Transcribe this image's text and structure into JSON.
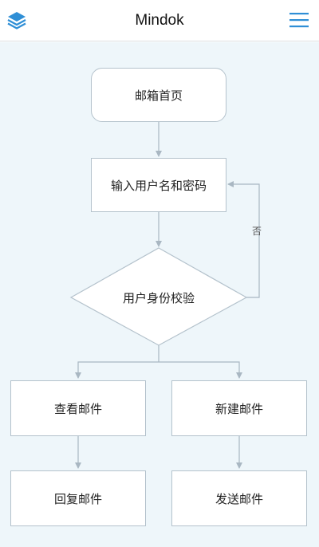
{
  "header": {
    "title": "Mindok",
    "logo_icon": "layers-icon",
    "menu_icon": "hamburger-menu-icon",
    "accent_color": "#2f8fd6"
  },
  "flowchart": {
    "nodes": {
      "start": "邮箱首页",
      "login": "输入用户名和密码",
      "verify": "用户身份校验",
      "view": "查看邮件",
      "new": "新建邮件",
      "reply": "回复邮件",
      "send": "发送邮件"
    },
    "edge_labels": {
      "no": "否"
    },
    "colors": {
      "background": "#eef6fa",
      "node_border": "#b4c2cc",
      "connector": "#a9b7c2"
    }
  }
}
